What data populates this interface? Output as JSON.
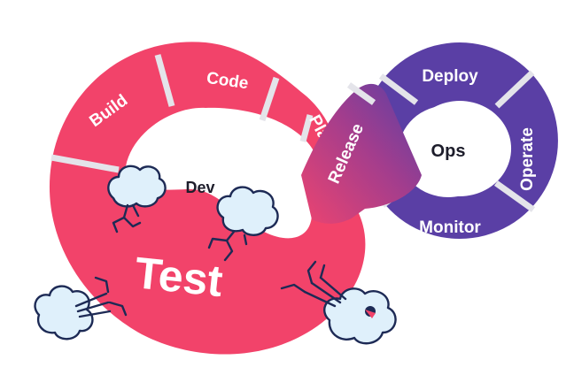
{
  "diagram": {
    "left_loop": {
      "center_label": "Dev",
      "segments": [
        "Build",
        "Code",
        "Plan"
      ],
      "big_label": "Test"
    },
    "bridge_label": "Release",
    "right_loop": {
      "center_label": "Ops",
      "segments": [
        "Deploy",
        "Operate",
        "Monitor"
      ]
    },
    "colors": {
      "dev": "#f2436a",
      "ops": "#5a3fa5",
      "gap": "#e4e4ea"
    },
    "decorations": [
      "explosion-cloud-icon",
      "explosion-cloud-icon",
      "explosion-cloud-icon",
      "explosion-cloud-icon"
    ]
  }
}
